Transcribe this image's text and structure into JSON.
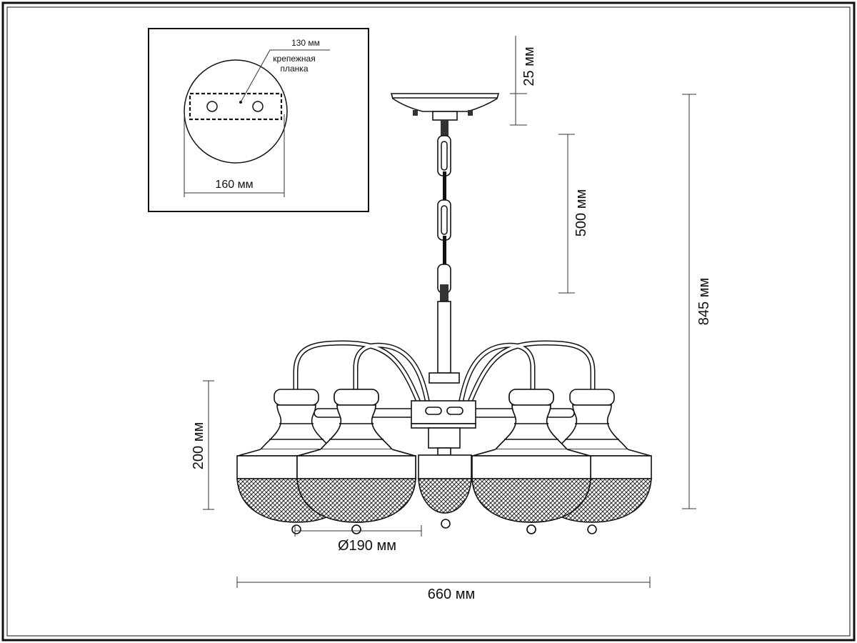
{
  "inset": {
    "bracket_length": "130 мм",
    "bracket_label_line1": "крепежная",
    "bracket_label_line2": "планка",
    "canopy_diameter": "160 мм"
  },
  "dimensions": {
    "canopy_height": "25 мм",
    "chain_length": "500 мм",
    "total_height": "845 мм",
    "shade_height": "200 мм",
    "shade_diameter": "Ø190 мм",
    "total_width": "660 мм"
  },
  "colors": {
    "line": "#111111",
    "background": "#ffffff"
  }
}
